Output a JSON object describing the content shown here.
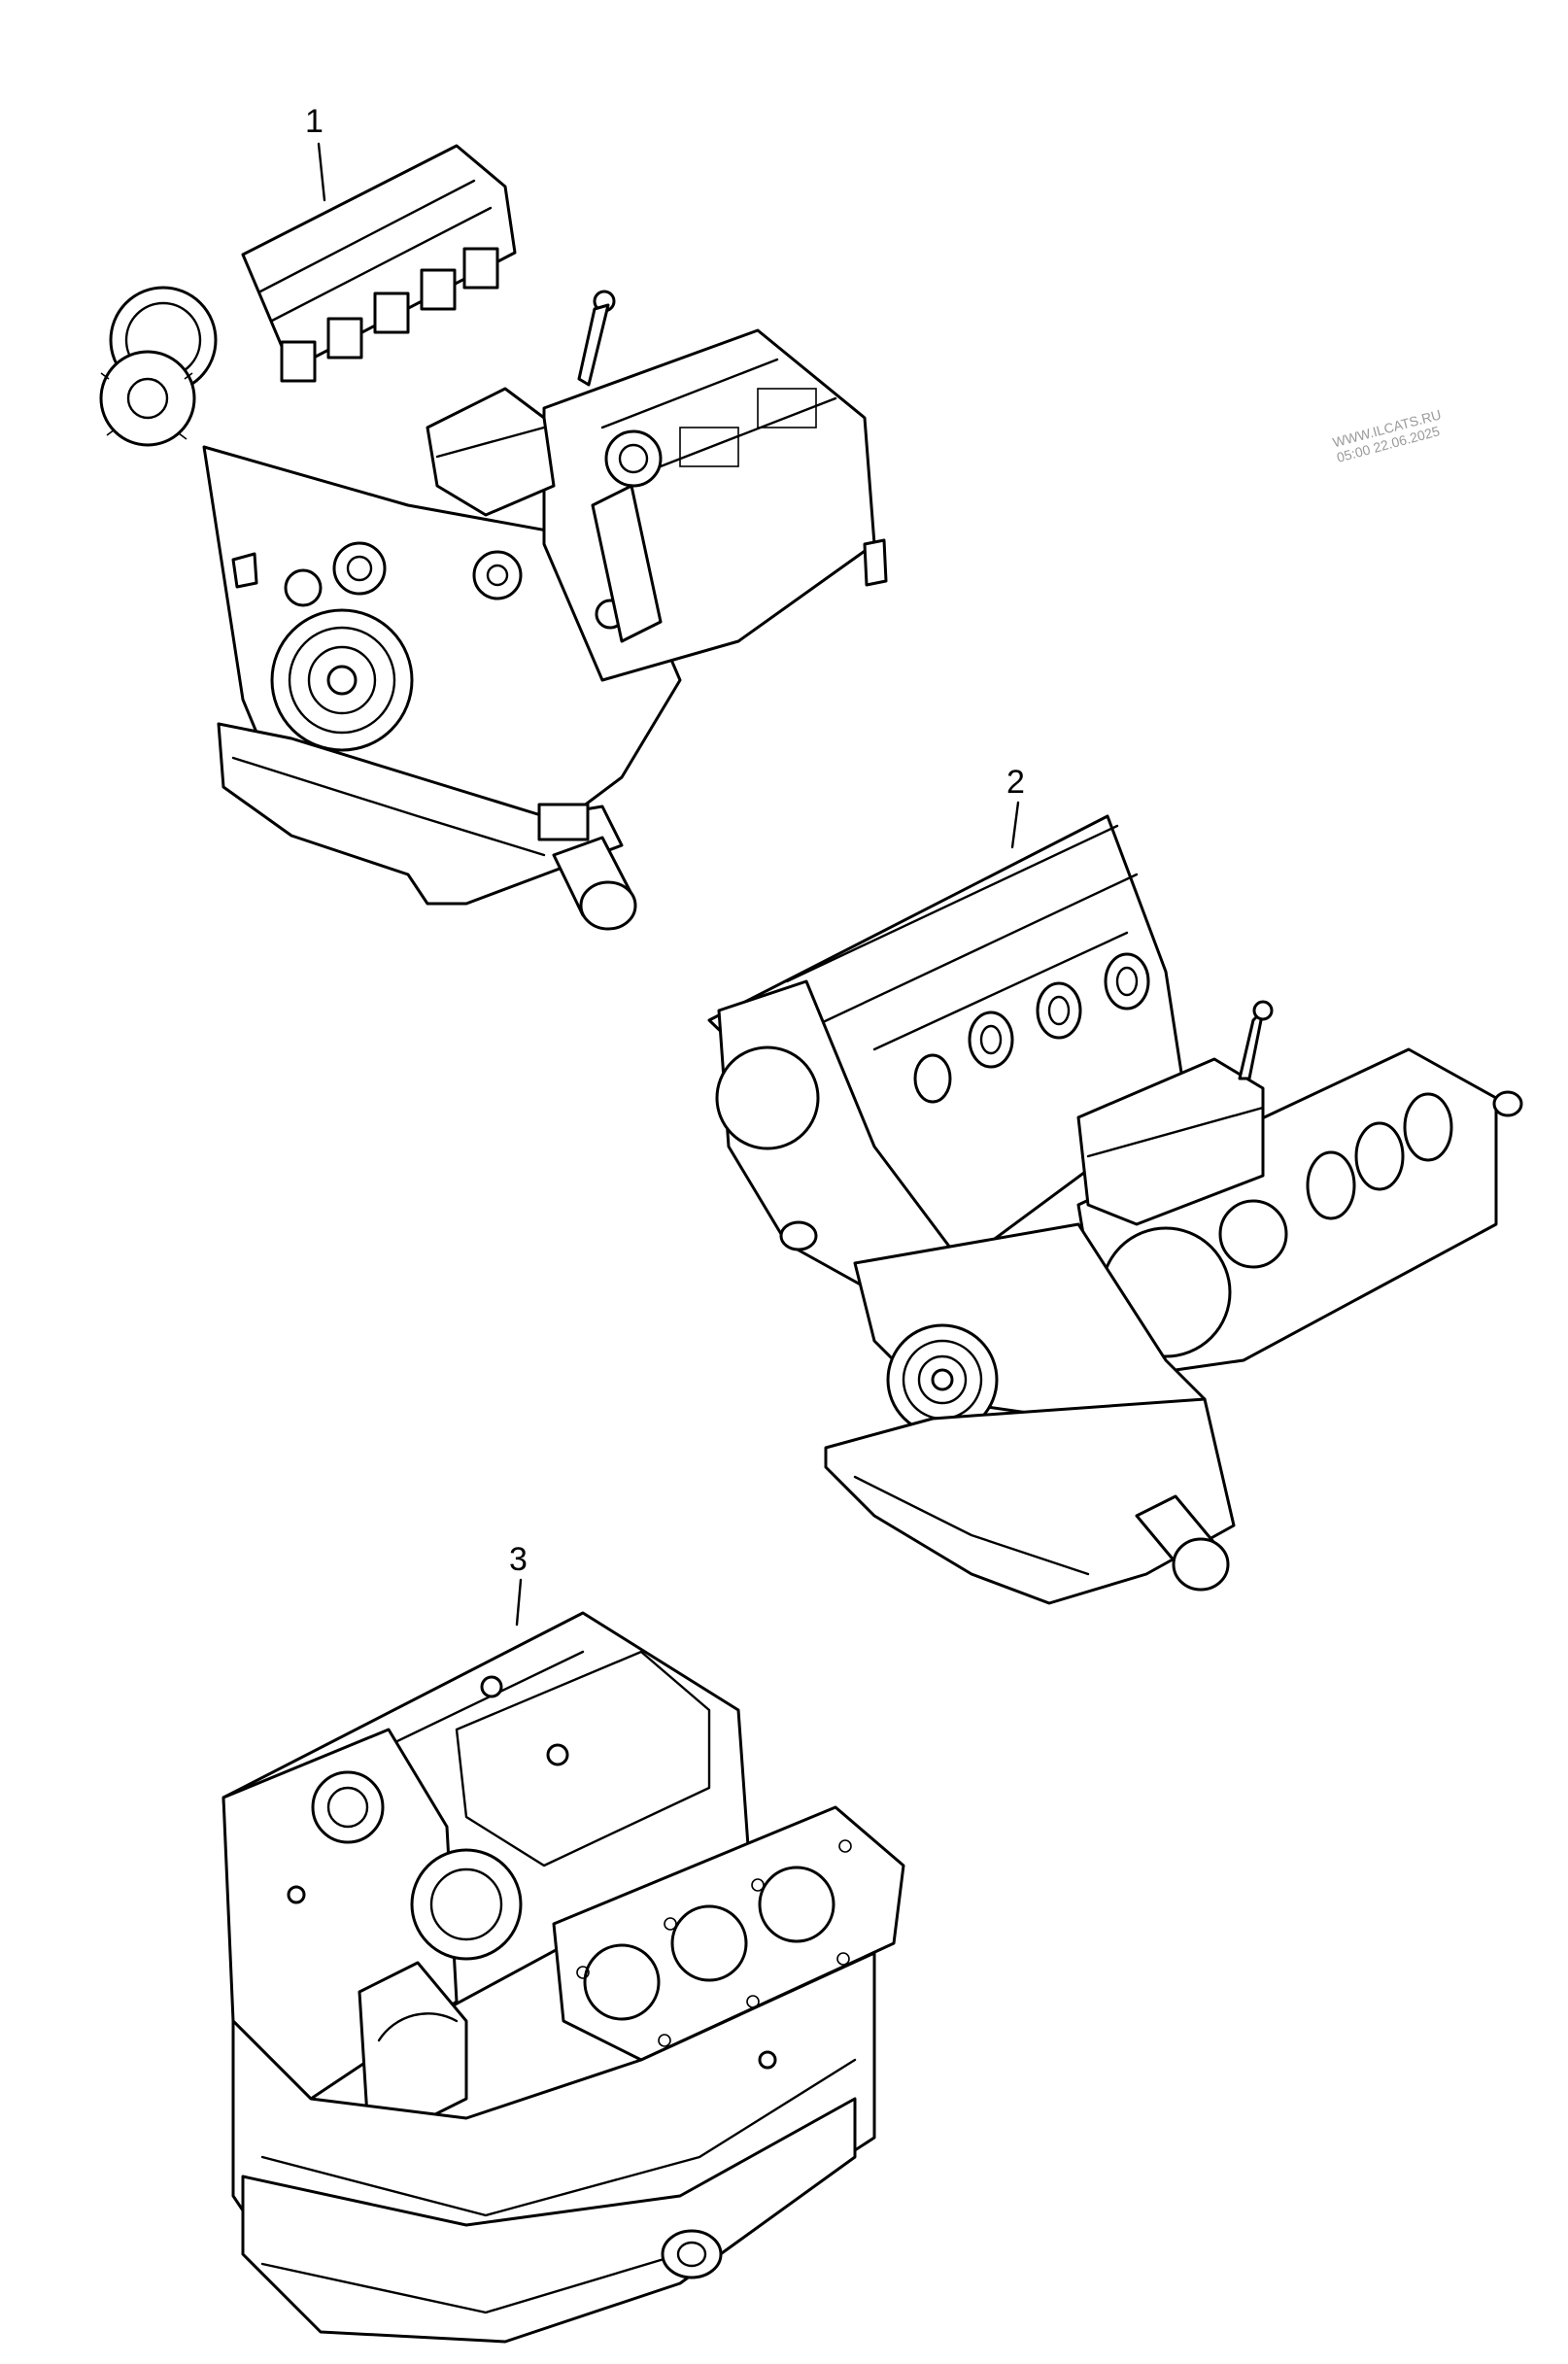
{
  "diagram": {
    "parts": [
      {
        "number": "1",
        "name": "engine-assembly-complete-icon"
      },
      {
        "number": "2",
        "name": "engine-assembly-short-icon"
      },
      {
        "number": "3",
        "name": "cylinder-block-icon"
      }
    ]
  },
  "watermark": {
    "line1": "WWW.ILCATS.RU",
    "line2": "05:00 22.06.2025"
  }
}
